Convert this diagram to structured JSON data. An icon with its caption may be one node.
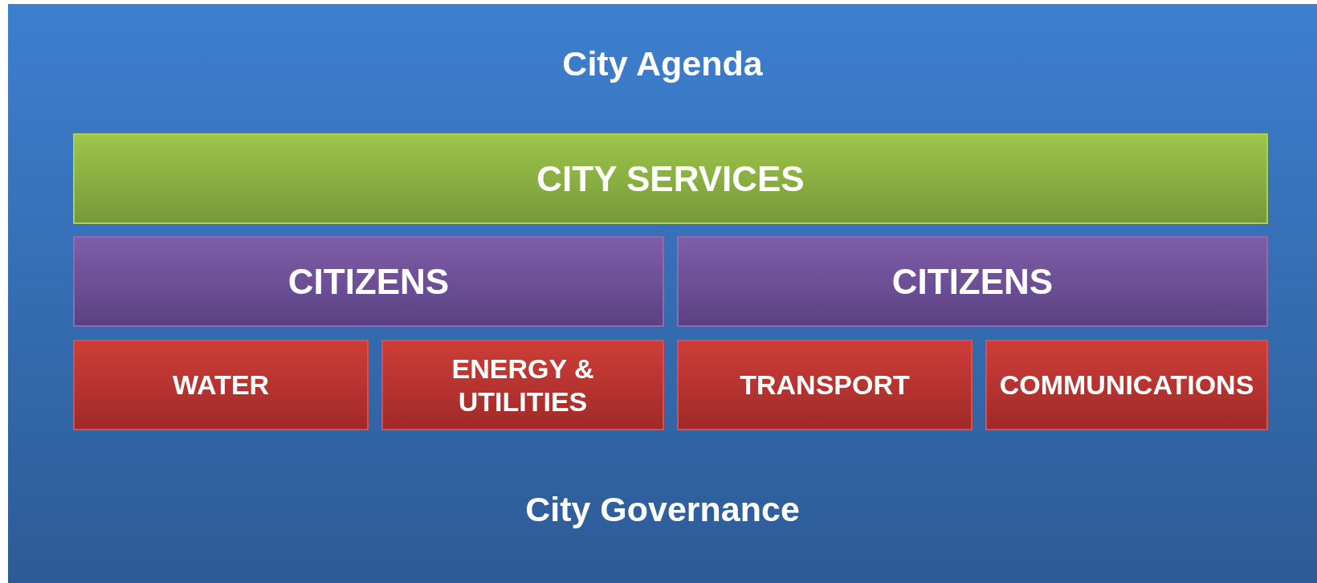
{
  "diagram": {
    "nodes": [
      {
        "text": [
          "City Agenda",
          "City Governance"
        ]
      },
      {
        "text": [
          "CITY SERVICES"
        ],
        "in": 0
      },
      {
        "text": [
          "CITIZENS"
        ],
        "in": 0
      },
      {
        "text": [
          "CITIZENS"
        ],
        "in": 0
      },
      {
        "text": [
          "WATER"
        ],
        "in": 0
      },
      {
        "text": [
          "ENERGY & UTILITIES"
        ],
        "in": 0
      },
      {
        "text": [
          "TRANSPORT"
        ],
        "in": 0
      },
      {
        "text": [
          "COMMUNICATIONS"
        ],
        "in": 0
      }
    ],
    "edges": []
  }
}
